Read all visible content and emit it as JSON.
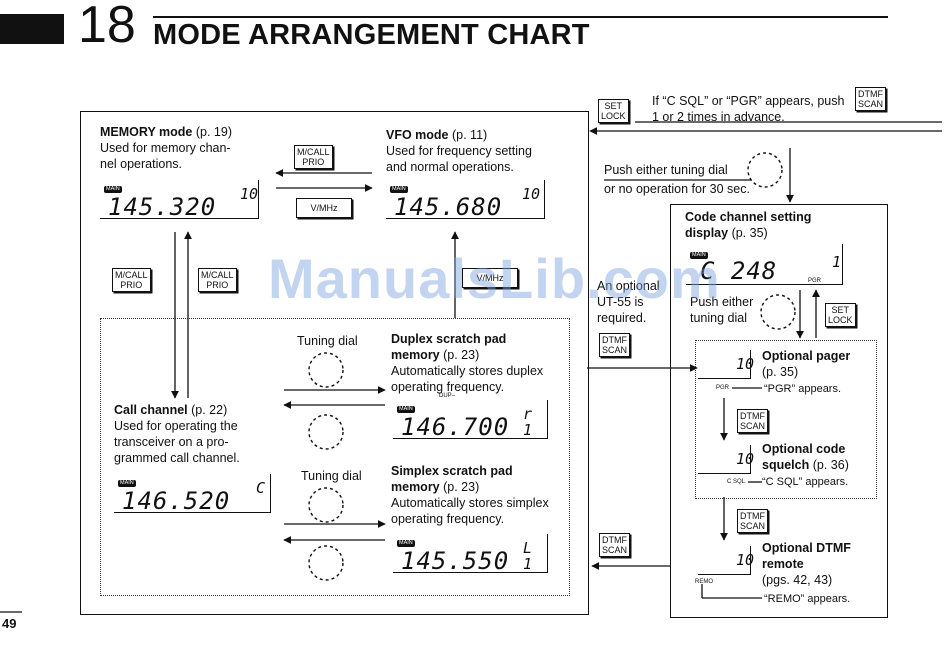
{
  "header": {
    "chapter_number": "18",
    "chapter_title": "MODE ARRANGEMENT CHART"
  },
  "page_number": "49",
  "watermark": "ManualsLib.com",
  "top_note": {
    "key1_line1": "SET",
    "key1_line2": "LOCK",
    "line1": "If “C SQL” or “PGR” appears, push",
    "key2_line1": "DTMF",
    "key2_line2": "SCAN",
    "line2": "1 or 2 times in advance."
  },
  "push_dial_note": {
    "line1": "Push either tuning dial",
    "line2": "or no operation for 30 sec."
  },
  "memory_mode": {
    "title": "MEMORY mode",
    "ref": "(p. 19)",
    "line1": "Used for   memory  chan-",
    "line2": "nel operations.",
    "freq": "145.320",
    "channel": "10",
    "main": "MAIN"
  },
  "vfo_mode": {
    "title": "VFO mode",
    "ref": "(p. 11)",
    "line1": "Used for frequency setting",
    "line2": "and normal operations.",
    "freq": "145.680",
    "channel": "10",
    "main": "MAIN"
  },
  "keys": {
    "mcall_line1": "M/CALL",
    "mcall_line2": "PRIO",
    "vmhz": "V/MHz",
    "dtmf_line1": "DTMF",
    "dtmf_line2": "SCAN",
    "set_line1": "SET",
    "set_line2": "LOCK",
    "vmhz_partial": "V/MHz"
  },
  "optional_note": {
    "line1": "An optional",
    "line2": "UT-55 is",
    "line3": "required."
  },
  "call_channel": {
    "title": "Call channel",
    "ref": "(p. 22)",
    "line1": "Used  for  operating  the",
    "line2": "transceiver   on   a   pro-",
    "line3": "grammed call channel.",
    "freq": "146.520",
    "channel": "C",
    "main": "MAIN"
  },
  "tuning_dial_1": "Tuning dial",
  "tuning_dial_2": "Tuning dial",
  "duplex": {
    "title1": "Duplex scratch pad",
    "title2": "memory",
    "ref": "(p. 23)",
    "line1": "Automatically stores duplex",
    "line2": "operating frequency.",
    "freq": "146.700",
    "channel": "r 1",
    "main": "MAIN",
    "tag": "DUP–"
  },
  "simplex": {
    "title1": "Simplex scratch pad",
    "title2": "memory",
    "ref": "(p. 23)",
    "line1": "Automatically stores simplex",
    "line2": "operating frequency.",
    "freq": "145.550",
    "channel": "L 1",
    "main": "MAIN"
  },
  "code_channel": {
    "title1": "Code channel setting",
    "title2": "display",
    "ref": "(p. 35)",
    "display": "C  248",
    "channel": "1",
    "main": "MAIN",
    "tag": "PGR",
    "push_line1": "Push either",
    "push_line2": "tuning dial"
  },
  "pager": {
    "title": "Optional pager",
    "ref": "(p. 35)",
    "tag": "PGR",
    "note": "“PGR” appears.",
    "channel": "10"
  },
  "code_squelch": {
    "title1": "Optional code",
    "title2": "squelch",
    "ref": "(p. 36)",
    "tag": "C SQL",
    "note": "“C SQL” appears.",
    "channel": "10"
  },
  "dtmf_remote": {
    "title1": "Optional DTMF",
    "title2": "remote",
    "ref": "(pgs. 42, 43)",
    "tag": "REMO",
    "note": "“REMO” appears.",
    "channel": "10"
  }
}
